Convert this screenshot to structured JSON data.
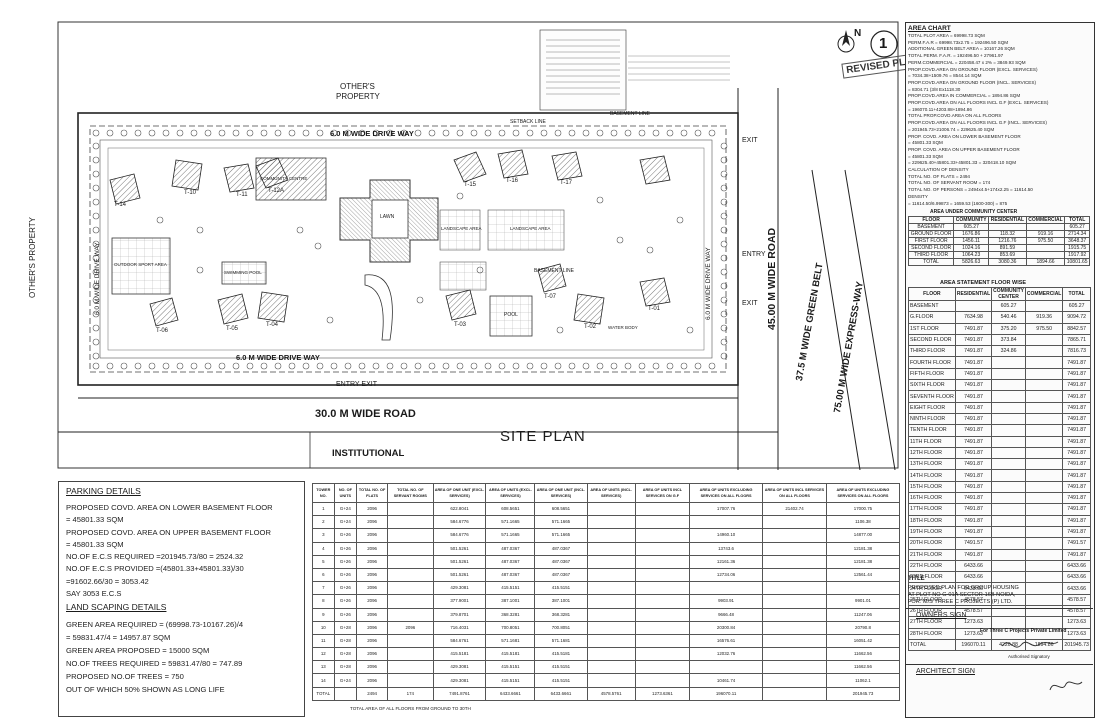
{
  "plan": {
    "title": "SITE PLAN",
    "north_label": "N",
    "sheet_number": "1",
    "stamp_revised": "REVISED PLAN"
  },
  "site": {
    "others_property_top": "OTHER'S",
    "others_property_top_2": "PROPERTY",
    "others_property_left": "OTHER'S PROPERTY",
    "drive_way_top": "6.0 M WIDE DRIVE WAY",
    "drive_way_bottom": "6.0 M WIDE DRIVE WAY",
    "drive_way_left": "6.0 M WIDE DRIVE WAY",
    "drive_way_right": "6.0 M WIDE DRIVE WAY",
    "road_bottom": "30.0 M WIDE ROAD",
    "road_right": "45.00 M WIDE ROAD",
    "green_belt": "37.5 M WIDE GREEN BELT",
    "expressway": "75.00 M WIDE EXPRESS-WAY",
    "institutional": "INSTITUTIONAL",
    "setback": "SETBACK LINE",
    "basement_line": "BASEMENT LINE",
    "entry_exit_bottom": "ENTRY  EXIT",
    "exit_right_top": "EXIT",
    "entry_right": "ENTRY",
    "exit_right_bottom": "EXIT",
    "community_centre": "COMMUNITY CENTRE",
    "swimming_pool": "SWIMMING POOL",
    "pool": "POOL",
    "lawn": "LAWN",
    "landscape_area": "LANDSCAPE AREA",
    "outdoor_sport": "OUTDOOR SPORT AREA",
    "water_body": "WATER BODY",
    "towers": [
      {
        "id": "T-12A"
      },
      {
        "id": "T-11"
      },
      {
        "id": "T-10"
      },
      {
        "id": "T-14"
      },
      {
        "id": "T-15"
      },
      {
        "id": "T-16"
      },
      {
        "id": "T-17"
      },
      {
        "id": "T-05"
      },
      {
        "id": "T-04"
      },
      {
        "id": "T-03"
      },
      {
        "id": "T-02"
      },
      {
        "id": "T-01"
      },
      {
        "id": "T-06"
      },
      {
        "id": "T-07"
      }
    ]
  },
  "area_chart": {
    "heading": "AREA CHART",
    "lines": [
      "TOTAL PLOT AREA = 69998.73 SQM",
      "PERM.F.A.R = 69998.73x2.75 = 192496.50 SQM",
      "ADDITIONAL GREEN BELT AREA = 10167.26 SQM",
      "TOTAL PERM. F.A.R. = 192496.50 + 27961.97",
      "PERM.COMMERCIAL = 220458.47 x 2% = 3849.93 SQM",
      "PROP.COVD.AREA ON GROUND FLOOR (EXCL. SERVICES)",
      "= 7034.38+1509.76 = 8544.14 SQM",
      "PROP.COVD.AREA ON GROUND FLOOR (INCL. SERVICES)",
      "= 8304.71 (3/8 Ex1118.30",
      "PROP.COVD.AREA IN COMMERCIAL = 1894.86 SQM",
      "PROP.COVD.AREA ON ALL FLOORS INCL G.F (EXCL. SERVICES)",
      "= 196070.11+4203.88+1894.86",
      "TOTAL PROP.COVD.AREA ON ALL FLOORS",
      "PROP.COVD.AREA ON ALL FLOORS INCL G.F (INCL. SERVICES)",
      "= 201945.73+21006.74 = 229625.40 SQM",
      "PROP. COVD. AREA ON LOWER BASEMENT FLOOR",
      "= 45801.33 SQM",
      "PROP. COVD. AREA ON UPPER BASEMENT FLOOR",
      "= 45801.33 SQM",
      "= 229625.40+45801.33+45801.33 = 320418.10 SQM",
      "CALCULATION OF DENSITY",
      "TOTAL NO. OF FLATS = 2494",
      "TOTAL NO. OF SERVANT ROOM = 174",
      "TOTAL NO. OF PERSONS = 2494x4.5+174x2.25 = 11614.50",
      "DENSITY",
      "= 11614.50/6.99873 = 1659.53 (1600-300) = 875"
    ]
  },
  "community_table": {
    "heading": "AREA UNDER COMMUNITY CENTER",
    "header": [
      "FLOOR",
      "COMMUNITY",
      "RESIDENTIAL",
      "COMMERCIAL",
      "TOTAL"
    ],
    "rows": [
      [
        "BASEMENT",
        "605.27",
        "",
        "",
        "605.27"
      ],
      [
        "GROUND FLOOR",
        "1676.86",
        "118.32",
        "919.16",
        "2714.34"
      ],
      [
        "FIRST FLOOR",
        "1456.11",
        "1216.76",
        "975.50",
        "3648.37"
      ],
      [
        "SECOND FLOOR",
        "1024.16",
        "891.59",
        "",
        "1915.75"
      ],
      [
        "THIRD FLOOR",
        "1064.23",
        "853.69",
        "",
        "1917.92"
      ],
      [
        "TOTAL",
        "5826.63",
        "3080.36",
        "1894.66",
        "10801.65"
      ]
    ]
  },
  "floor_statement": {
    "heading": "AREA STATEMENT FLOOR WISE",
    "header": [
      "FLOOR",
      "RESIDENTIAL",
      "COMMUNITY CENTER",
      "COMMERCIAL",
      "TOTAL"
    ],
    "rows": [
      [
        "BASEMENT",
        "",
        "605.27",
        "",
        "605.27"
      ],
      [
        "G.FLOOR",
        "7634.98",
        "540.46",
        "919.36",
        "9094.72"
      ],
      [
        "1ST FLOOR",
        "7491.87",
        "375.20",
        "975.50",
        "8842.57"
      ],
      [
        "SECOND FLOOR",
        "7491.87",
        "373.84",
        "",
        "7865.71"
      ],
      [
        "THIRD FLOOR",
        "7491.87",
        "324.86",
        "",
        "7816.73"
      ],
      [
        "FOURTH FLOOR",
        "7491.87",
        "",
        "",
        "7491.87"
      ],
      [
        "FIFTH FLOOR",
        "7491.87",
        "",
        "",
        "7491.87"
      ],
      [
        "SIXTH FLOOR",
        "7491.87",
        "",
        "",
        "7491.87"
      ],
      [
        "SEVENTH FLOOR",
        "7491.87",
        "",
        "",
        "7491.87"
      ],
      [
        "EIGHT FLOOR",
        "7491.87",
        "",
        "",
        "7491.87"
      ],
      [
        "NINTH FLOOR",
        "7491.87",
        "",
        "",
        "7491.87"
      ],
      [
        "TENTH FLOOR",
        "7491.87",
        "",
        "",
        "7491.87"
      ],
      [
        "11TH FLOOR",
        "7491.87",
        "",
        "",
        "7491.87"
      ],
      [
        "12TH FLOOR",
        "7491.87",
        "",
        "",
        "7491.87"
      ],
      [
        "13TH FLOOR",
        "7491.87",
        "",
        "",
        "7491.87"
      ],
      [
        "14TH FLOOR",
        "7491.87",
        "",
        "",
        "7491.87"
      ],
      [
        "15TH FLOOR",
        "7491.87",
        "",
        "",
        "7491.87"
      ],
      [
        "16TH FLOOR",
        "7491.87",
        "",
        "",
        "7491.87"
      ],
      [
        "17TH FLOOR",
        "7491.87",
        "",
        "",
        "7491.87"
      ],
      [
        "18TH FLOOR",
        "7491.87",
        "",
        "",
        "7491.87"
      ],
      [
        "19TH FLOOR",
        "7491.87",
        "",
        "",
        "7491.87"
      ],
      [
        "20TH FLOOR",
        "7491.57",
        "",
        "",
        "7491.57"
      ],
      [
        "21TH FLOOR",
        "7491.87",
        "",
        "",
        "7491.87"
      ],
      [
        "22TH FLOOR",
        "6433.66",
        "",
        "",
        "6433.66"
      ],
      [
        "23RD FLOOR",
        "6433.66",
        "",
        "",
        "6433.66"
      ],
      [
        "24TH FLOOR",
        "6433.66",
        "",
        "",
        "6433.66"
      ],
      [
        "25TH FLOOR",
        "4578.57",
        "",
        "",
        "4578.57"
      ],
      [
        "26TH FLOOR",
        "4578.57",
        "",
        "",
        "4578.57"
      ],
      [
        "27TH FLOOR",
        "1273.63",
        "",
        "",
        "1273.63"
      ],
      [
        "28TH FLOOR",
        "1273.63",
        "",
        "",
        "1273.63"
      ],
      [
        "TOTAL",
        "196070.11",
        "4220.88",
        "1894.86",
        "201945.73"
      ]
    ]
  },
  "title_block": {
    "title_label": "TITLE",
    "title_text_1": "PROPOSED PLAN FOR GROUP HOUSING",
    "title_text_2": "AT PLOT NO G-01A SECTOR-16B NOIDA,",
    "title_text_3": "FOR: M/S THREE C PROJECTS (P) LTD.",
    "owners_sign": "OWNERS SIGN",
    "company": "For Three C Projects Private Limited",
    "authorised": "Authorised Signatory",
    "architect_sign": "ARCHITECT SIGN"
  },
  "parking": {
    "heading": "PARKING DETAILS",
    "lines": [
      "PROPOSED COVD. AREA ON LOWER BASEMENT FLOOR",
      "= 45801.33 SQM",
      "PROPOSED COVD. AREA ON UPPER BASEMENT FLOOR",
      "= 45801.33 SQM",
      "NO.OF E.C.S REQUIRED =201945.73/80 = 2524.32",
      "NO.OF E.C.S PROVIDED =(45801.33+45801.33)/30",
      "=91602.66/30 = 3053.42",
      "SAY 3053 E.C.S"
    ]
  },
  "landscape": {
    "heading": "LAND SCAPING DETAILS",
    "lines": [
      "GREEN AREA REQUIRED = (69998.73-10167.26)/4",
      "= 59831.47/4 = 14957.87 SQM",
      "GREEN AREA PROPOSED = 15000 SQM",
      "NO.OF TREES REQUIRED = 59831.47/80 = 747.89",
      "PROPOSED NO.OF TREES = 750",
      "OUT OF WHICH 50% SHOWN AS LONG LIFE"
    ]
  },
  "tower_table": {
    "header": [
      "TOWER NO.",
      "NO. OF UNITS",
      "TOTAL NO. OF FLATS",
      "TOTAL NO. OF SERVANT ROOMS",
      "AREA OF ONE UNIT (EXCL. SERVICES)",
      "AREA OF UNITS (EXCL. SERVICES)",
      "AREA OF ONE UNIT (INCL. SERVICES)",
      "AREA OF UNITS (INCL. SERVICES)",
      "AREA OF UNITS INCL SERVICES ON G.F",
      "AREA OF UNITS EXCLUDING SERVICES ON ALL FLOORS",
      "AREA OF UNITS INCL SERVICES ON ALL FLOORS",
      "AREA OF UNITS EXCLUDING SERVICES ON ALL FLOORS"
    ],
    "rows": [
      [
        "1",
        "G+24",
        "2096",
        "",
        "622.8041",
        "608.5651",
        "608.5651",
        "",
        "",
        "17007.76",
        "21402.74",
        "17000.75"
      ],
      [
        "2",
        "G+24",
        "2096",
        "",
        "584.6776",
        "571.1665",
        "571.1665",
        "",
        "",
        "",
        "",
        "1106.38"
      ],
      [
        "3",
        "G+26",
        "2096",
        "",
        "584.6776",
        "571.1665",
        "571.1665",
        "",
        "",
        "14960.10",
        "",
        "14877.00"
      ],
      [
        "4",
        "G+26",
        "2096",
        "",
        "501.5261",
        "487.0367",
        "487.0367",
        "",
        "",
        "13743.6",
        "",
        "12181.38"
      ],
      [
        "5",
        "G+26",
        "2096",
        "",
        "501.5261",
        "487.0367",
        "487.0367",
        "",
        "",
        "12161.36",
        "",
        "12181.38"
      ],
      [
        "6",
        "G+26",
        "2096",
        "",
        "501.5261",
        "487.0367",
        "487.0367",
        "",
        "",
        "12734.06",
        "",
        "12561.44"
      ],
      [
        "7",
        "G+26",
        "2096",
        "",
        "429.3081",
        "415.5151",
        "415.5151",
        "",
        "",
        "",
        "",
        ""
      ],
      [
        "8",
        "G+26",
        "2096",
        "",
        "377.9001",
        "387.1001",
        "387.1001",
        "",
        "",
        "9903.91",
        "",
        "9901.01"
      ],
      [
        "9",
        "G+26",
        "2096",
        "",
        "379.8701",
        "368.3281",
        "368.3281",
        "",
        "",
        "9666.48",
        "",
        "11247.06"
      ],
      [
        "10",
        "G+28",
        "2096",
        "2096",
        "716.4031",
        "700.8051",
        "700.8051",
        "",
        "",
        "20300.84",
        "",
        "20790.8"
      ],
      [
        "11",
        "G+28",
        "2096",
        "",
        "584.6761",
        "571.1681",
        "571.1681",
        "",
        "",
        "16576.61",
        "",
        "16051.42"
      ],
      [
        "12",
        "G+28",
        "2096",
        "",
        "415.5181",
        "415.5181",
        "415.5181",
        "",
        "",
        "12032.76",
        "",
        "11662.56"
      ],
      [
        "13",
        "G+28",
        "2096",
        "",
        "429.3081",
        "415.5151",
        "415.5151",
        "",
        "",
        "",
        "",
        "11662.56"
      ],
      [
        "14",
        "G+24",
        "2096",
        "",
        "429.3081",
        "415.5151",
        "415.5151",
        "",
        "",
        "10461.74",
        "",
        "11062.1"
      ],
      [
        "TOTAL",
        "",
        "2494",
        "174",
        "7491.8761",
        "6433.6661",
        "6433.6661",
        "4578.5761",
        "1273.6361",
        "196070.11",
        "",
        "201945.73"
      ]
    ],
    "footer": "TOTAL AREA OF ALL FLOORS FROM GROUND TO 30TH"
  }
}
